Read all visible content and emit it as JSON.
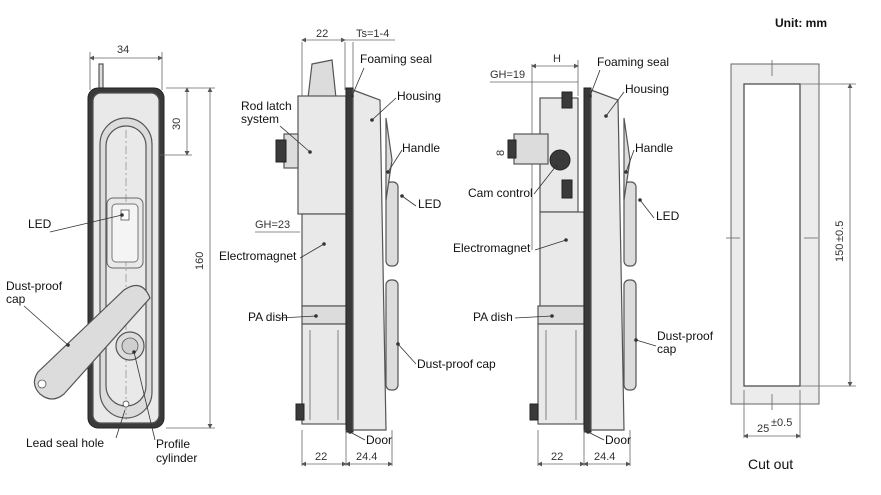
{
  "unit_label": "Unit: mm",
  "view1": {
    "dim_width": "34",
    "dim_top": "30",
    "dim_height": "160",
    "labels": {
      "led": "LED",
      "dust_proof_cap_1": "Dust-proof",
      "dust_proof_cap_2": "cap",
      "lead_seal_hole": "Lead seal hole",
      "profile_cylinder_1": "Profile",
      "profile_cylinder_2": "cylinder"
    }
  },
  "view2": {
    "dim_top_left": "22",
    "dim_ts": "Ts=1-4",
    "dim_gh": "GH=23",
    "dim_bottom_left": "22",
    "dim_bottom_right": "24.4",
    "labels": {
      "rod_latch_1": "Rod latch",
      "rod_latch_2": "system",
      "foaming_seal": "Foaming seal",
      "housing": "Housing",
      "handle": "Handle",
      "led": "LED",
      "electromagnet": "Electromagnet",
      "pa_dish": "PA dish",
      "dust_proof_cap": "Dust-proof cap",
      "door": "Door"
    }
  },
  "view3": {
    "dim_h": "H",
    "dim_gh": "GH=19",
    "dim_8": "8",
    "dim_bottom_left": "22",
    "dim_bottom_right": "24.4",
    "labels": {
      "foaming_seal": "Foaming seal",
      "housing": "Housing",
      "handle": "Handle",
      "cam_control": "Cam control",
      "led": "LED",
      "electromagnet": "Electromagnet",
      "pa_dish": "PA dish",
      "dust_proof_cap_1": "Dust-proof",
      "dust_proof_cap_2": "cap",
      "door": "Door"
    }
  },
  "cutout": {
    "dim_height": "150",
    "dim_height_tol": "±0.5",
    "dim_width": "25",
    "dim_width_tol": "±0.5",
    "title": "Cut out"
  }
}
